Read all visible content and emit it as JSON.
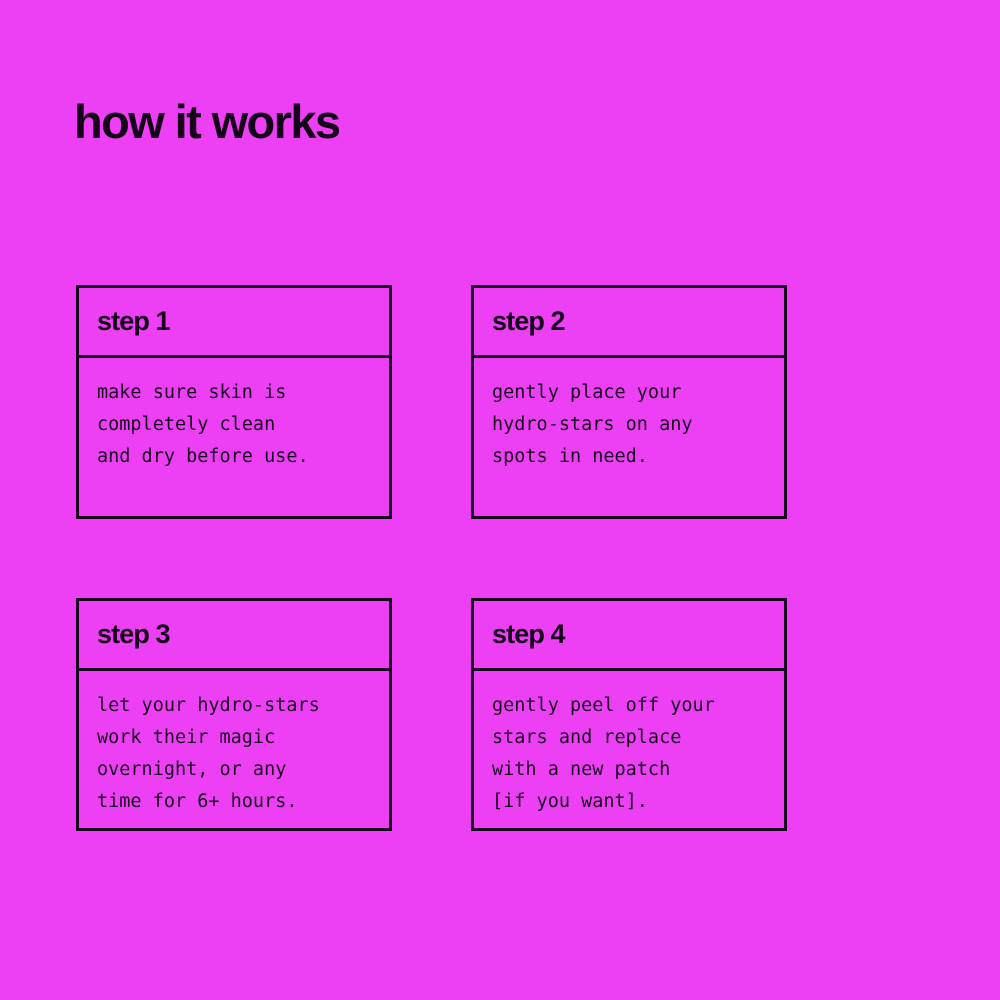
{
  "page": {
    "title": "how it works",
    "background_color": "#ed40f5",
    "ink_color": "#1a0520"
  },
  "steps": [
    {
      "header": "step 1",
      "body": "make sure skin is\ncompletely clean\nand dry before use."
    },
    {
      "header": "step 2",
      "body": "gently place your\nhydro-stars on any\nspots in need."
    },
    {
      "header": "step 3",
      "body": "let your hydro-stars\nwork their magic\novernight, or any\ntime for 6+ hours."
    },
    {
      "header": "step 4",
      "body": "gently peel off your\nstars and replace\nwith a new patch\n[if you want]."
    }
  ]
}
